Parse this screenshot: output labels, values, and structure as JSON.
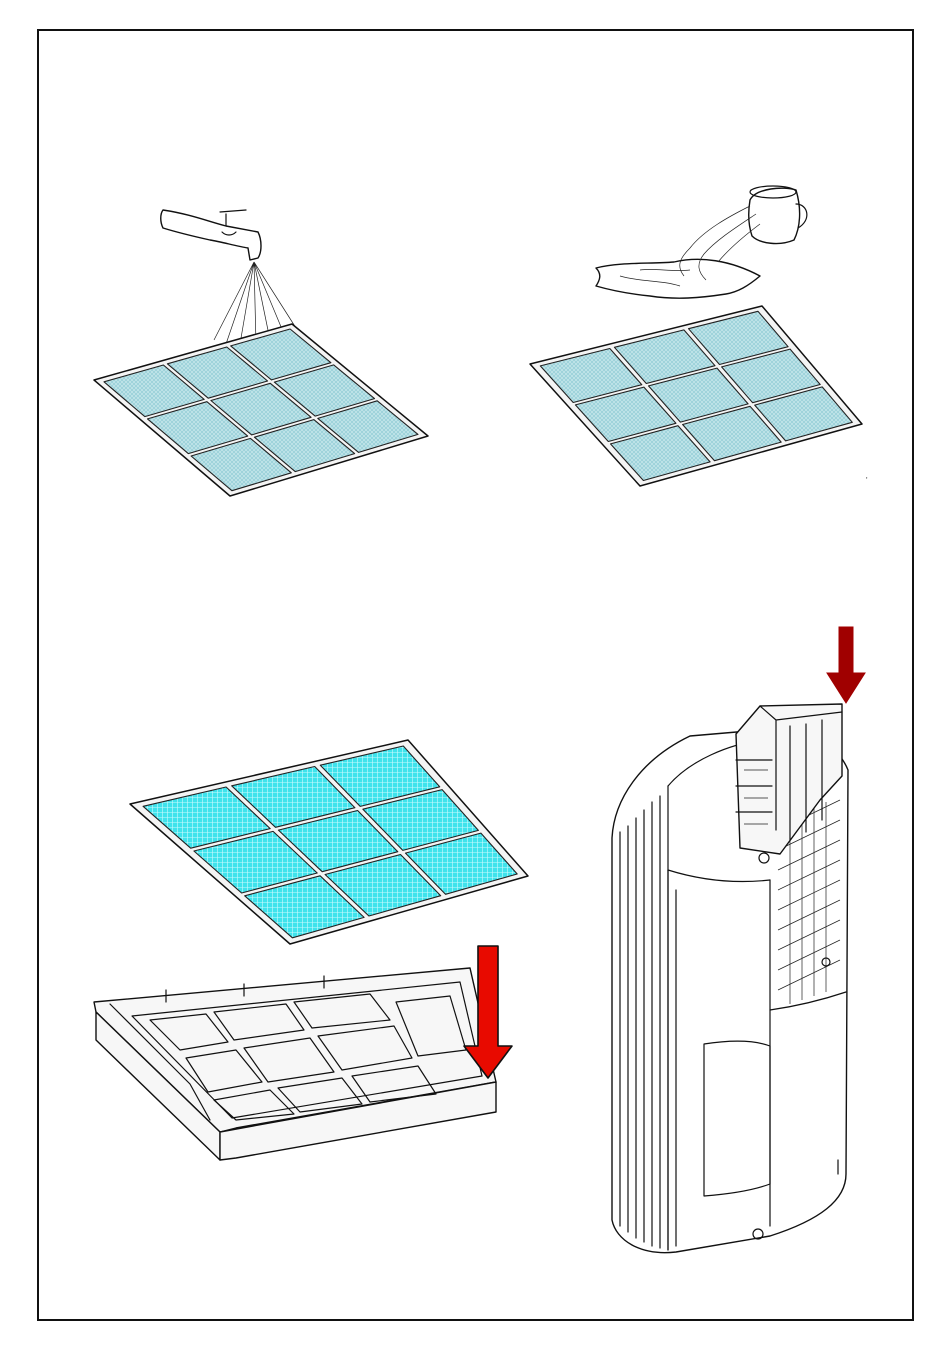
{
  "figure": {
    "steps": [
      {
        "id": "rinse",
        "illustration": "filter-under-running-tap"
      },
      {
        "id": "dry",
        "illustration": "filter-wiped-with-cloth"
      },
      {
        "id": "reassemble",
        "illustration": "filter-placed-into-frame"
      },
      {
        "id": "reinsert",
        "illustration": "frame-inserted-into-unit"
      }
    ]
  },
  "colors": {
    "filter_mesh_light": "#9fd3db",
    "filter_mesh_bright": "#3fe3ec",
    "arrow_fill": "#e80a00",
    "arrow_dark": "#a00000",
    "line": "#111111",
    "frame_border": "#111111"
  },
  "icons": [
    "water-tap-icon",
    "water-jug-icon",
    "down-arrow-icon"
  ]
}
